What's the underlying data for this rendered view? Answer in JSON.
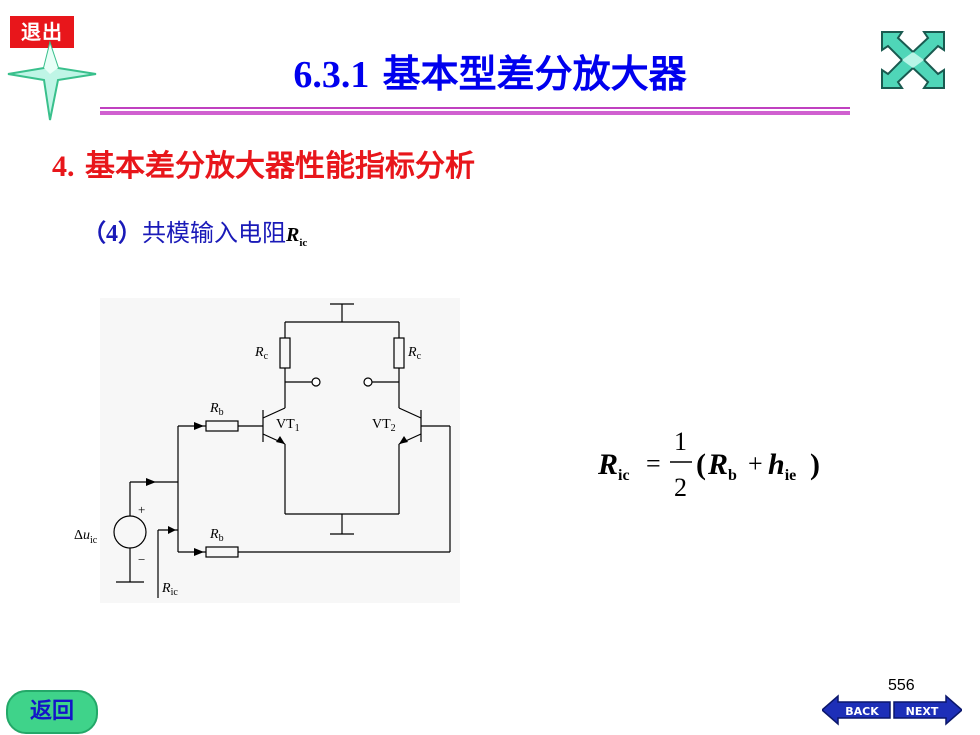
{
  "nav": {
    "exit_label": "退出",
    "return_label": "返回",
    "back_label": "BACK",
    "next_label": "NEXT",
    "page_number": "556"
  },
  "title": {
    "number": "6.3.1",
    "text": "基本型差分放大器"
  },
  "section": {
    "number": "4.",
    "text": "基本差分放大器性能指标分析"
  },
  "subsection": {
    "number": "（4）",
    "text": "共模输入电阻",
    "symbol_main": "R",
    "symbol_sub": "ic"
  },
  "circuit": {
    "rc_left": "R",
    "rc_left_sub": "c",
    "rc_right": "R",
    "rc_right_sub": "c",
    "rb_top": "R",
    "rb_top_sub": "b",
    "rb_bottom": "R",
    "rb_bottom_sub": "b",
    "vt1": "VT",
    "vt1_sub": "1",
    "vt2": "VT",
    "vt2_sub": "2",
    "plus": "+",
    "minus": "−",
    "source_delta": "Δ",
    "source_u": "u",
    "source_sub": "ic",
    "ric": "R",
    "ric_sub": "ic"
  },
  "formula": {
    "lhs": "R",
    "lhs_sub": "ic",
    "equals": "=",
    "numerator": "1",
    "denominator": "2",
    "open_paren": "(",
    "term1": "R",
    "term1_sub": "b",
    "plus": "+",
    "term2": "h",
    "term2_sub": "ie",
    "close_paren": ")"
  },
  "colors": {
    "title_blue": "#0000ee",
    "section_red": "#e8161b",
    "subsection_blue": "#1a1ab8",
    "rule_pink": "#d060d0",
    "nav_green": "#3fd38a"
  }
}
